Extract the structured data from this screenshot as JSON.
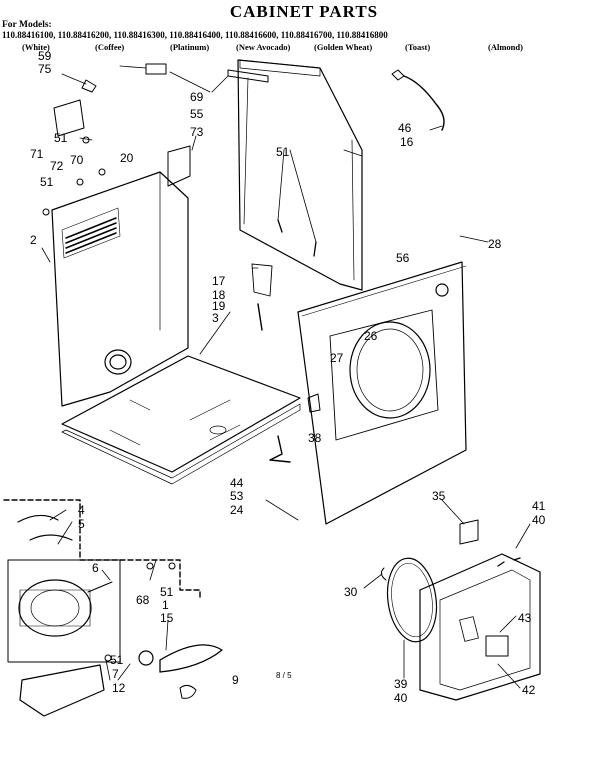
{
  "title": "CABINET PARTS",
  "models_label": "For Models:",
  "models_line": "110.88416100, 110.88416200, 110.88416300, 110.88416400, 110.88416600, 110.88416700, 110.88416800",
  "colors": [
    "(White)",
    "(Coffee)",
    "(Platinum)",
    "(New Avocado)",
    "(Golden Wheat)",
    "(Toast)",
    "(Almond)"
  ],
  "page_mark": "8 / 5",
  "callouts": [
    "59",
    "75",
    "69",
    "55",
    "73",
    "51",
    "71",
    "70",
    "72",
    "20",
    "51",
    "2",
    "51",
    "16",
    "46",
    "17",
    "18",
    "19",
    "3",
    "56",
    "28",
    "26",
    "27",
    "38",
    "44",
    "53",
    "24",
    "4",
    "5",
    "6",
    "68",
    "51",
    "1",
    "15",
    "51",
    "7",
    "12",
    "9",
    "35",
    "41",
    "40",
    "30",
    "43",
    "39",
    "40",
    "42"
  ]
}
